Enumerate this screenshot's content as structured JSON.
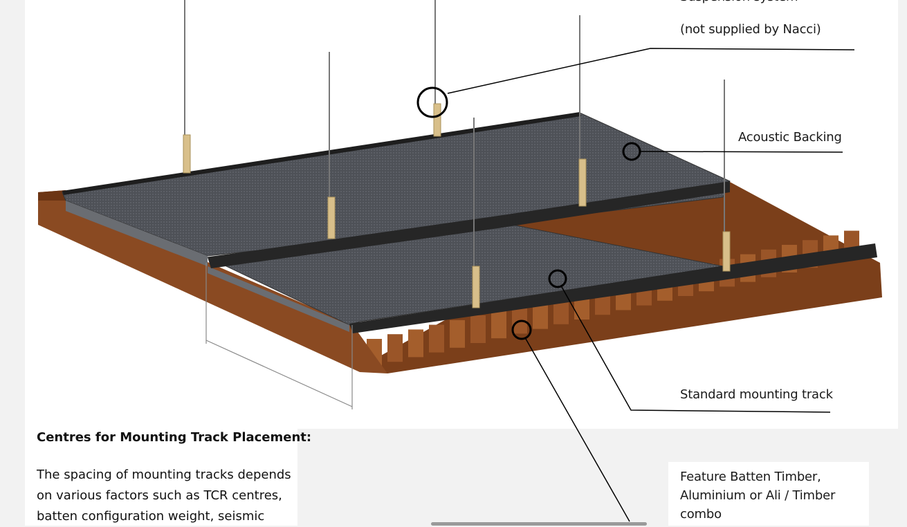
{
  "callouts": {
    "suspension_line1": "Suspension system",
    "suspension_line2": "(not supplied by Nacci)",
    "acoustic_backing": "Acoustic Backing",
    "mounting_track": "Standard mounting track",
    "feature_batten": [
      "Feature Batten Timber,",
      "Aluminium or Ali / Timber",
      "combo"
    ]
  },
  "section": {
    "heading": "Centres for Mounting Track Placement:",
    "paragraph_lines": [
      "The spacing of mounting tracks depends",
      "on various factors such as TCR centres,",
      "batten configuration weight, seismic"
    ]
  },
  "colors": {
    "panel": "#ffffff",
    "acoustic_backing": "#4a4d52",
    "timber": "#8a4a22",
    "track": "#2a2a2a",
    "bracket": "#d8bf8a"
  }
}
